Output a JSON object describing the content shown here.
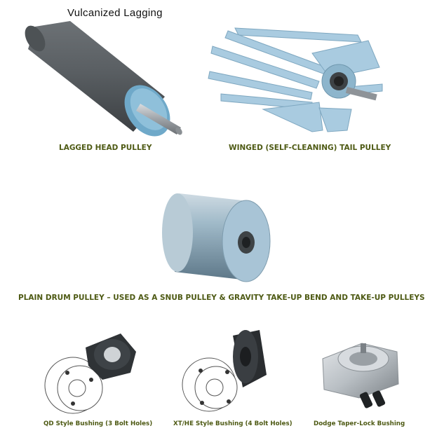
{
  "header": {
    "title": "Vulcanized  Lagging"
  },
  "captions": {
    "lagged": "LAGGED HEAD PULLEY",
    "winged": "WINGED (SELF-CLEANING) TAIL PULLEY",
    "plain": "PLAIN DRUM PULLEY – USED AS A SNUB PULLEY & GRAVITY TAKE-UP BEND AND TAKE-UP PULLEYS",
    "qd": "QD Style Bushing (3 Bolt Holes)",
    "xt": "XT/HE Style Bushing (4 Bolt Holes)",
    "dodge": "Dodge Taper-Lock Bushing"
  },
  "colors": {
    "caption": "#4e5a14",
    "lagging": "#5a5f63",
    "pulley_blue": "#8fb7cf",
    "steel": "#b9bfc4"
  }
}
